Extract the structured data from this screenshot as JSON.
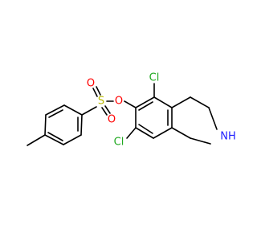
{
  "colors": {
    "bond": "#000000",
    "chlorine": "#1fa81f",
    "sulfur": "#b8b800",
    "oxygen": "#ff0000",
    "nitrogen": "#1f1fff",
    "background": "#ffffff"
  },
  "atoms": {
    "cl_top": "Cl",
    "cl_left": "Cl",
    "o_ester": "O",
    "s": "S",
    "o_up": "O",
    "o_down": "O",
    "nh": "NH"
  }
}
